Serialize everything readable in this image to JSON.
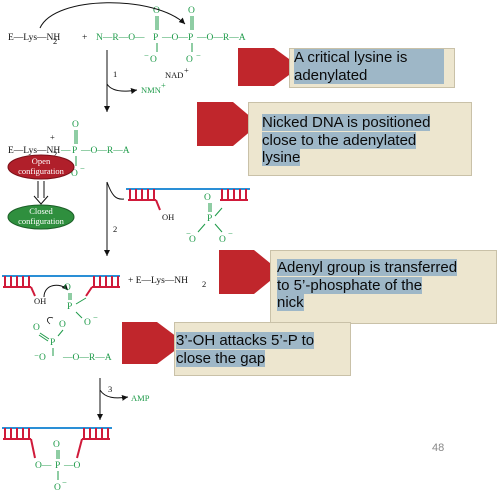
{
  "callouts": {
    "c1": "A critical lysine is adenylated",
    "c2_l1": "Nicked DNA is positioned",
    "c2_l2": "close to the adenylated",
    "c2_l3": "lysine",
    "c3_l1": "Adenyl group is transferred",
    "c3_l2": "to 5’-phosphate of the",
    "c3_l3": "nick",
    "c4_l1": "3’-OH attacks 5’-P to",
    "c4_l2": "close the gap"
  },
  "chem": {
    "lys": "E—Lys—NH",
    "sub2": "2",
    "plus_sign": "+",
    "n_r_o": "N—R—O—",
    "p": "P",
    "o": "O",
    "o_minus": "O",
    "minus": "−",
    "o_r_a": "—O—R—A",
    "nad": "NAD",
    "nmn": "NMN",
    "step1": "1",
    "step2": "2",
    "step3": "3",
    "open_conf_1": "Open",
    "open_conf_2": "configuration",
    "closed_conf_1": "Closed",
    "closed_conf_2": "configuration",
    "oh": "OH",
    "amp": "AMP",
    "lys_free": "+ E—Lys—NH"
  },
  "colors": {
    "callout_arrow": "#c0262c",
    "callout_box": "#ede6cf",
    "highlight": "#9eb7c7",
    "dna_blue": "#2a8fd6",
    "dna_red": "#d01a3a",
    "green": "#1f9b4a"
  },
  "page_number": "48"
}
